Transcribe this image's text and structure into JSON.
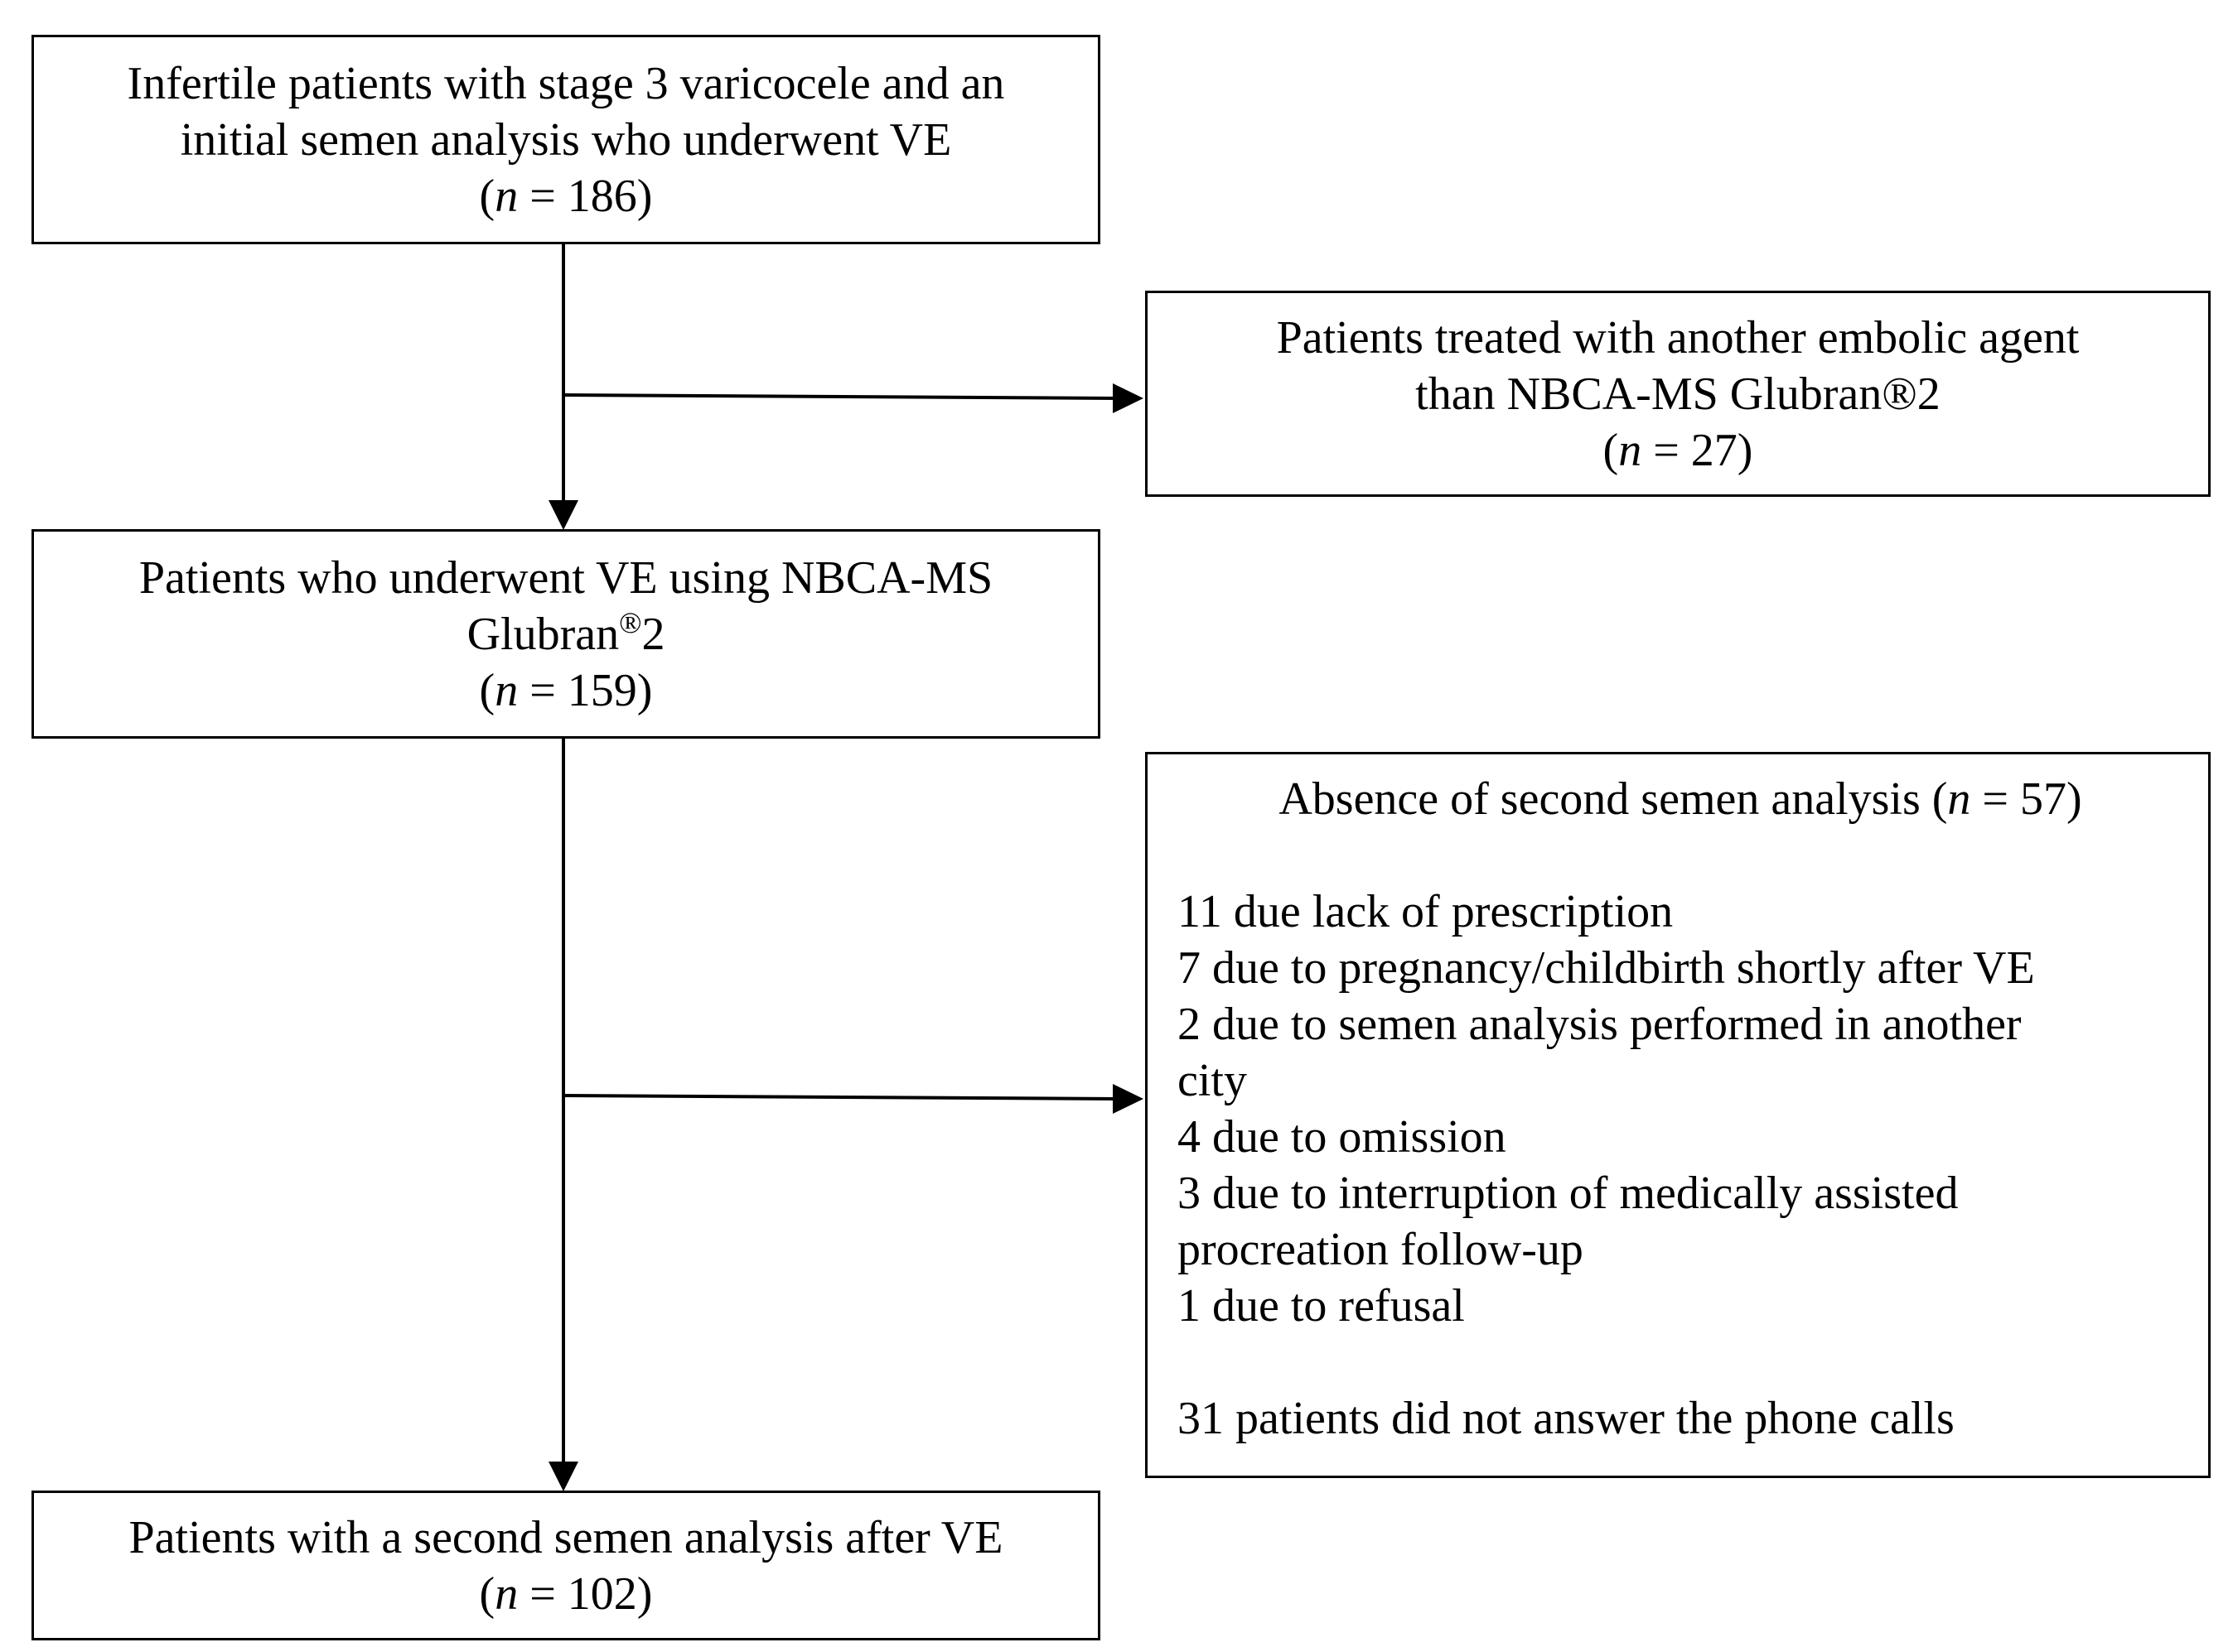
{
  "boxes": {
    "initial": {
      "line1": "Infertile patients with stage 3 varicocele and an",
      "line2": "initial semen analysis who underwent VE",
      "n_var": "n",
      "n_value": " = 186)"
    },
    "excluded_agent": {
      "line1": "Patients treated with another embolic agent",
      "line2": "than NBCA-MS Glubran®2",
      "n_var": "n",
      "n_value": " = 27)"
    },
    "nbca": {
      "line1": "Patients who underwent VE using NBCA-MS",
      "line2_text": "Glubran",
      "line2_sup": "®",
      "line2_suffix": "2",
      "n_var": "n",
      "n_value": " = 159)"
    },
    "absence": {
      "title_prefix": "Absence of second semen analysis (",
      "n_var": "n",
      "title_suffix": " = 57)",
      "reasons": [
        "11 due lack of prescription",
        "7 due to pregnancy/childbirth shortly after VE",
        "2 due to semen analysis performed in another",
        "city",
        "4 due to omission",
        "3 due to interruption of medically assisted",
        "procreation follow-up",
        "1 due to refusal"
      ],
      "footer": "31 patients did not answer the phone calls"
    },
    "final": {
      "line1": "Patients with a second semen analysis after VE",
      "n_var": "n",
      "n_value": " = 102)"
    }
  },
  "paren_open": "("
}
